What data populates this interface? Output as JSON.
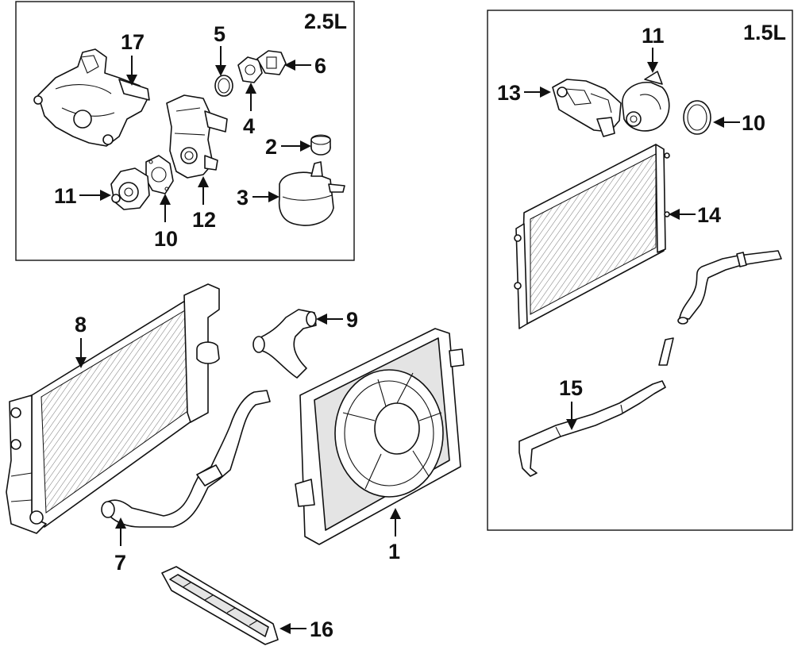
{
  "insets": [
    {
      "id": "inset-2-5l",
      "engine_label": "2.5L"
    },
    {
      "id": "inset-1-5l",
      "engine_label": "1.5L"
    }
  ],
  "callouts": {
    "c17": "17",
    "c5": "5",
    "c6": "6",
    "c4": "4",
    "c2": "2",
    "c3": "3",
    "c11a": "11",
    "c10a": "10",
    "c12": "12",
    "c11b": "11",
    "c13": "13",
    "c10b": "10",
    "c14": "14",
    "c15": "15",
    "c8": "8",
    "c9": "9",
    "c7": "7",
    "c1": "1",
    "c16": "16"
  }
}
